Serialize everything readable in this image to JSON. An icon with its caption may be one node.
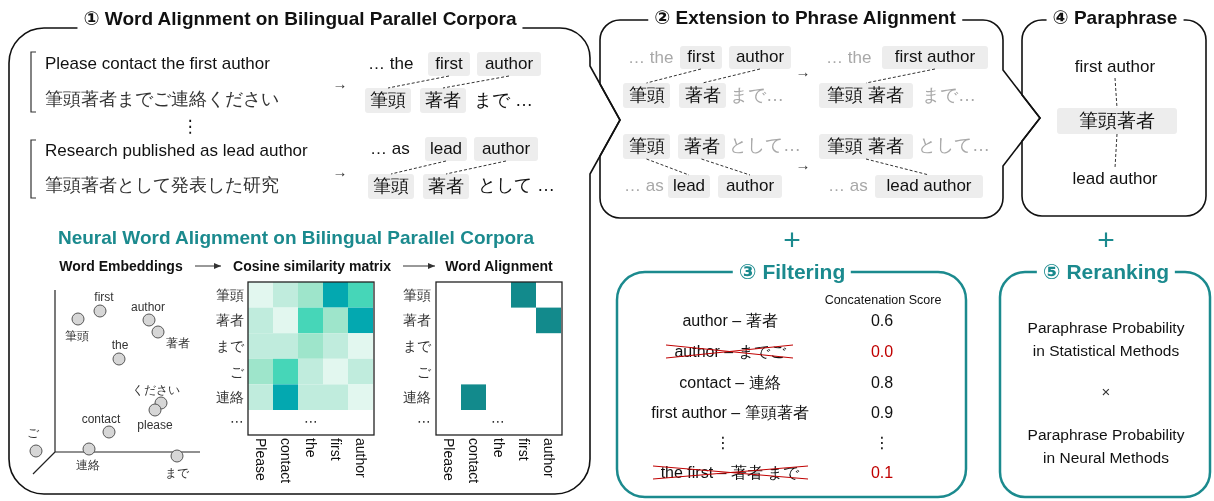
{
  "diagram": {
    "nodes": [
      {
        "text": [
          "① Word Alignment on Bilingual Parallel Corpora"
        ]
      },
      {
        "text": [
          "② Extension to Phrase Alignment"
        ]
      },
      {
        "text": [
          "④ Paraphrase"
        ]
      },
      {
        "text": [
          "③ Filtering"
        ]
      },
      {
        "text": [
          "⑤ Reranking"
        ]
      },
      {
        "text": [
          "first"
        ],
        "in": 0
      },
      {
        "text": [
          "author"
        ],
        "in": 0
      },
      {
        "text": [
          "筆頭"
        ],
        "in": 0
      },
      {
        "text": [
          "著者"
        ],
        "in": 0
      },
      {
        "text": [
          "lead"
        ],
        "in": 0
      },
      {
        "text": [
          "author"
        ],
        "in": 0
      },
      {
        "text": [
          "筆頭"
        ],
        "in": 0
      },
      {
        "text": [
          "著者"
        ],
        "in": 0
      },
      {
        "text": [
          "Word Embeddings"
        ],
        "in": 0
      },
      {
        "text": [
          "Cosine similarity matrix"
        ],
        "in": 0
      },
      {
        "text": [
          "Word Alignment"
        ],
        "in": 0
      },
      {
        "text": [
          "first"
        ],
        "in": 1
      },
      {
        "text": [
          "author"
        ],
        "in": 1
      },
      {
        "text": [
          "筆頭"
        ],
        "in": 1
      },
      {
        "text": [
          "著者"
        ],
        "in": 1
      },
      {
        "text": [
          "first author"
        ],
        "in": 1
      },
      {
        "text": [
          "筆頭 著者"
        ],
        "in": 1
      },
      {
        "text": [
          "筆頭"
        ],
        "in": 1
      },
      {
        "text": [
          "著者"
        ],
        "in": 1
      },
      {
        "text": [
          "lead"
        ],
        "in": 1
      },
      {
        "text": [
          "author"
        ],
        "in": 1
      },
      {
        "text": [
          "筆頭 著者"
        ],
        "in": 1
      },
      {
        "text": [
          "lead author"
        ],
        "in": 1
      },
      {
        "text": [
          "first author"
        ],
        "in": 2
      },
      {
        "text": [
          "筆頭著者"
        ],
        "in": 2
      },
      {
        "text": [
          "lead author"
        ],
        "in": 2
      }
    ],
    "edges": [
      {
        "from": 5,
        "to": 7,
        "arrow": "none",
        "style": "dashed"
      },
      {
        "from": 6,
        "to": 8,
        "arrow": "none",
        "style": "dashed"
      },
      {
        "from": 9,
        "to": 11,
        "arrow": "none",
        "style": "dashed"
      },
      {
        "from": 10,
        "to": 12,
        "arrow": "none",
        "style": "dashed"
      },
      {
        "from": 13,
        "to": 14,
        "arrow": "to"
      },
      {
        "from": 14,
        "to": 15,
        "arrow": "to"
      },
      {
        "from": 16,
        "to": 18,
        "arrow": "none",
        "style": "dashed"
      },
      {
        "from": 17,
        "to": 19,
        "arrow": "none",
        "style": "dashed"
      },
      {
        "from": 20,
        "to": 21,
        "arrow": "none",
        "style": "dashed"
      },
      {
        "from": 22,
        "to": 24,
        "arrow": "none",
        "style": "dashed"
      },
      {
        "from": 23,
        "to": 25,
        "arrow": "none",
        "style": "dashed"
      },
      {
        "from": 26,
        "to": 27,
        "arrow": "none",
        "style": "dashed"
      },
      {
        "from": 28,
        "to": 29,
        "arrow": "none",
        "style": "dashed"
      },
      {
        "from": 29,
        "to": 30,
        "arrow": "none",
        "style": "dashed"
      }
    ],
    "labels": [
      "Please contact the first author",
      "筆頭著者までご連絡ください",
      "→",
      "… the",
      "まで …",
      "⋮",
      "Research published as lead author",
      "筆頭著者として発表した研究",
      "→",
      "… as",
      "として …",
      "Neural Word Alignment on Bilingual Parallel Corpora",
      "first",
      "author",
      "筆頭",
      "the",
      "著者",
      "ください",
      "contact",
      "please",
      "ご",
      "連絡",
      "まで",
      "筆頭",
      "著者",
      "まで",
      "ご",
      "連絡",
      "⋯",
      "⋯",
      "Please",
      "contact",
      "the",
      "first",
      "author",
      "筆頭",
      "著者",
      "まで",
      "ご",
      "連絡",
      "⋯",
      "⋯",
      "Please",
      "contact",
      "the",
      "first",
      "author",
      "… the",
      "… the",
      "→",
      "まで…",
      "まで…",
      "として…",
      "として…",
      "→",
      "… as",
      "… as",
      "+",
      "+",
      "Concatenation Score",
      "author – 著者",
      "0.6",
      "author – までご",
      "0.0",
      "contact – 連絡",
      "0.8",
      "first author – 筆頭著者",
      "0.9",
      "⋮",
      "⋮",
      "the first – 著者 まで",
      "0.1",
      "Paraphrase Probability in Statistical Methods",
      "×",
      "Paraphrase Probability in Neural Methods"
    ]
  }
}
